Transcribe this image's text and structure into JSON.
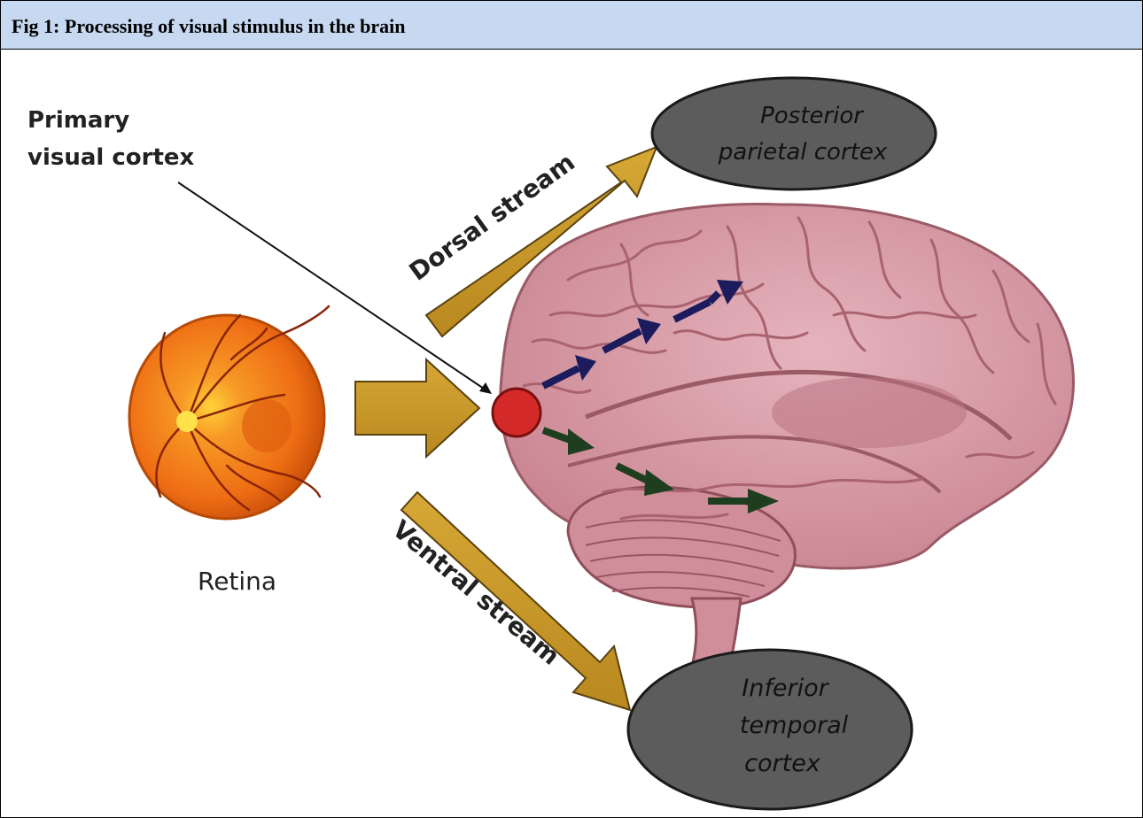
{
  "caption": "Fig 1: Processing of visual stimulus in the brain",
  "labels": {
    "primary_line1": "Primary",
    "primary_line2": "visual cortex",
    "retina": "Retina",
    "dorsal_stream": "Dorsal stream",
    "ventral_stream": "Ventral stream",
    "posterior_line1": "Posterior",
    "posterior_line2": "parietal cortex",
    "inferior_line1": "Inferior",
    "inferior_line2": "temporal",
    "inferior_line3": "cortex"
  },
  "colors": {
    "caption_bg": "#c6d9f1",
    "stream_arrow": "#c99a2e",
    "brain": "#d9a2ac",
    "retina": "#f07a18",
    "visual_cortex_dot": "#d42a2a",
    "dorsal_arrows": "#1c1c5c",
    "ventral_arrows": "#1f3d1f",
    "region_ellipse": "#5c5c5c"
  }
}
